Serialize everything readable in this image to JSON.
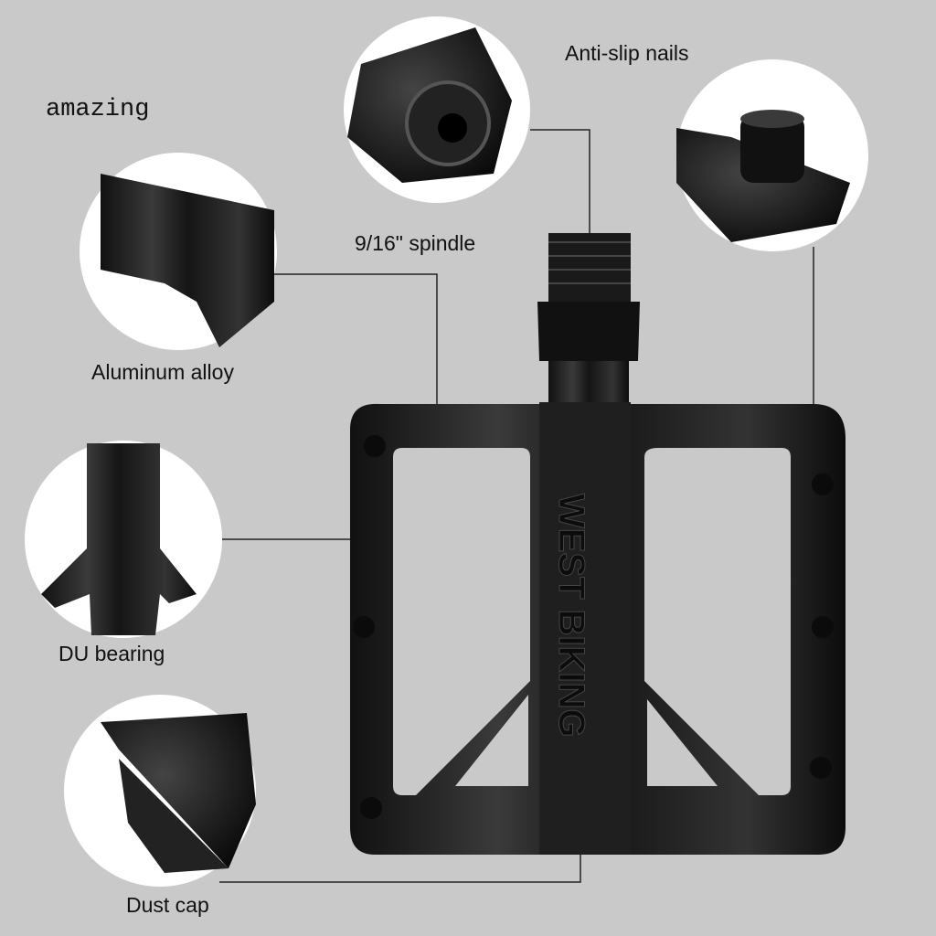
{
  "tagline": "amazing",
  "labels": {
    "anti_slip": "Anti-slip nails",
    "spindle": "9/16\" spindle",
    "aluminum": "Aluminum alloy",
    "bearing": "DU bearing",
    "dust_cap": "Dust cap"
  },
  "logo_text": "WEST BIKING",
  "colors": {
    "background": "#c9c9c9",
    "pedal": "#1a1a1a",
    "circle": "#ffffff"
  }
}
